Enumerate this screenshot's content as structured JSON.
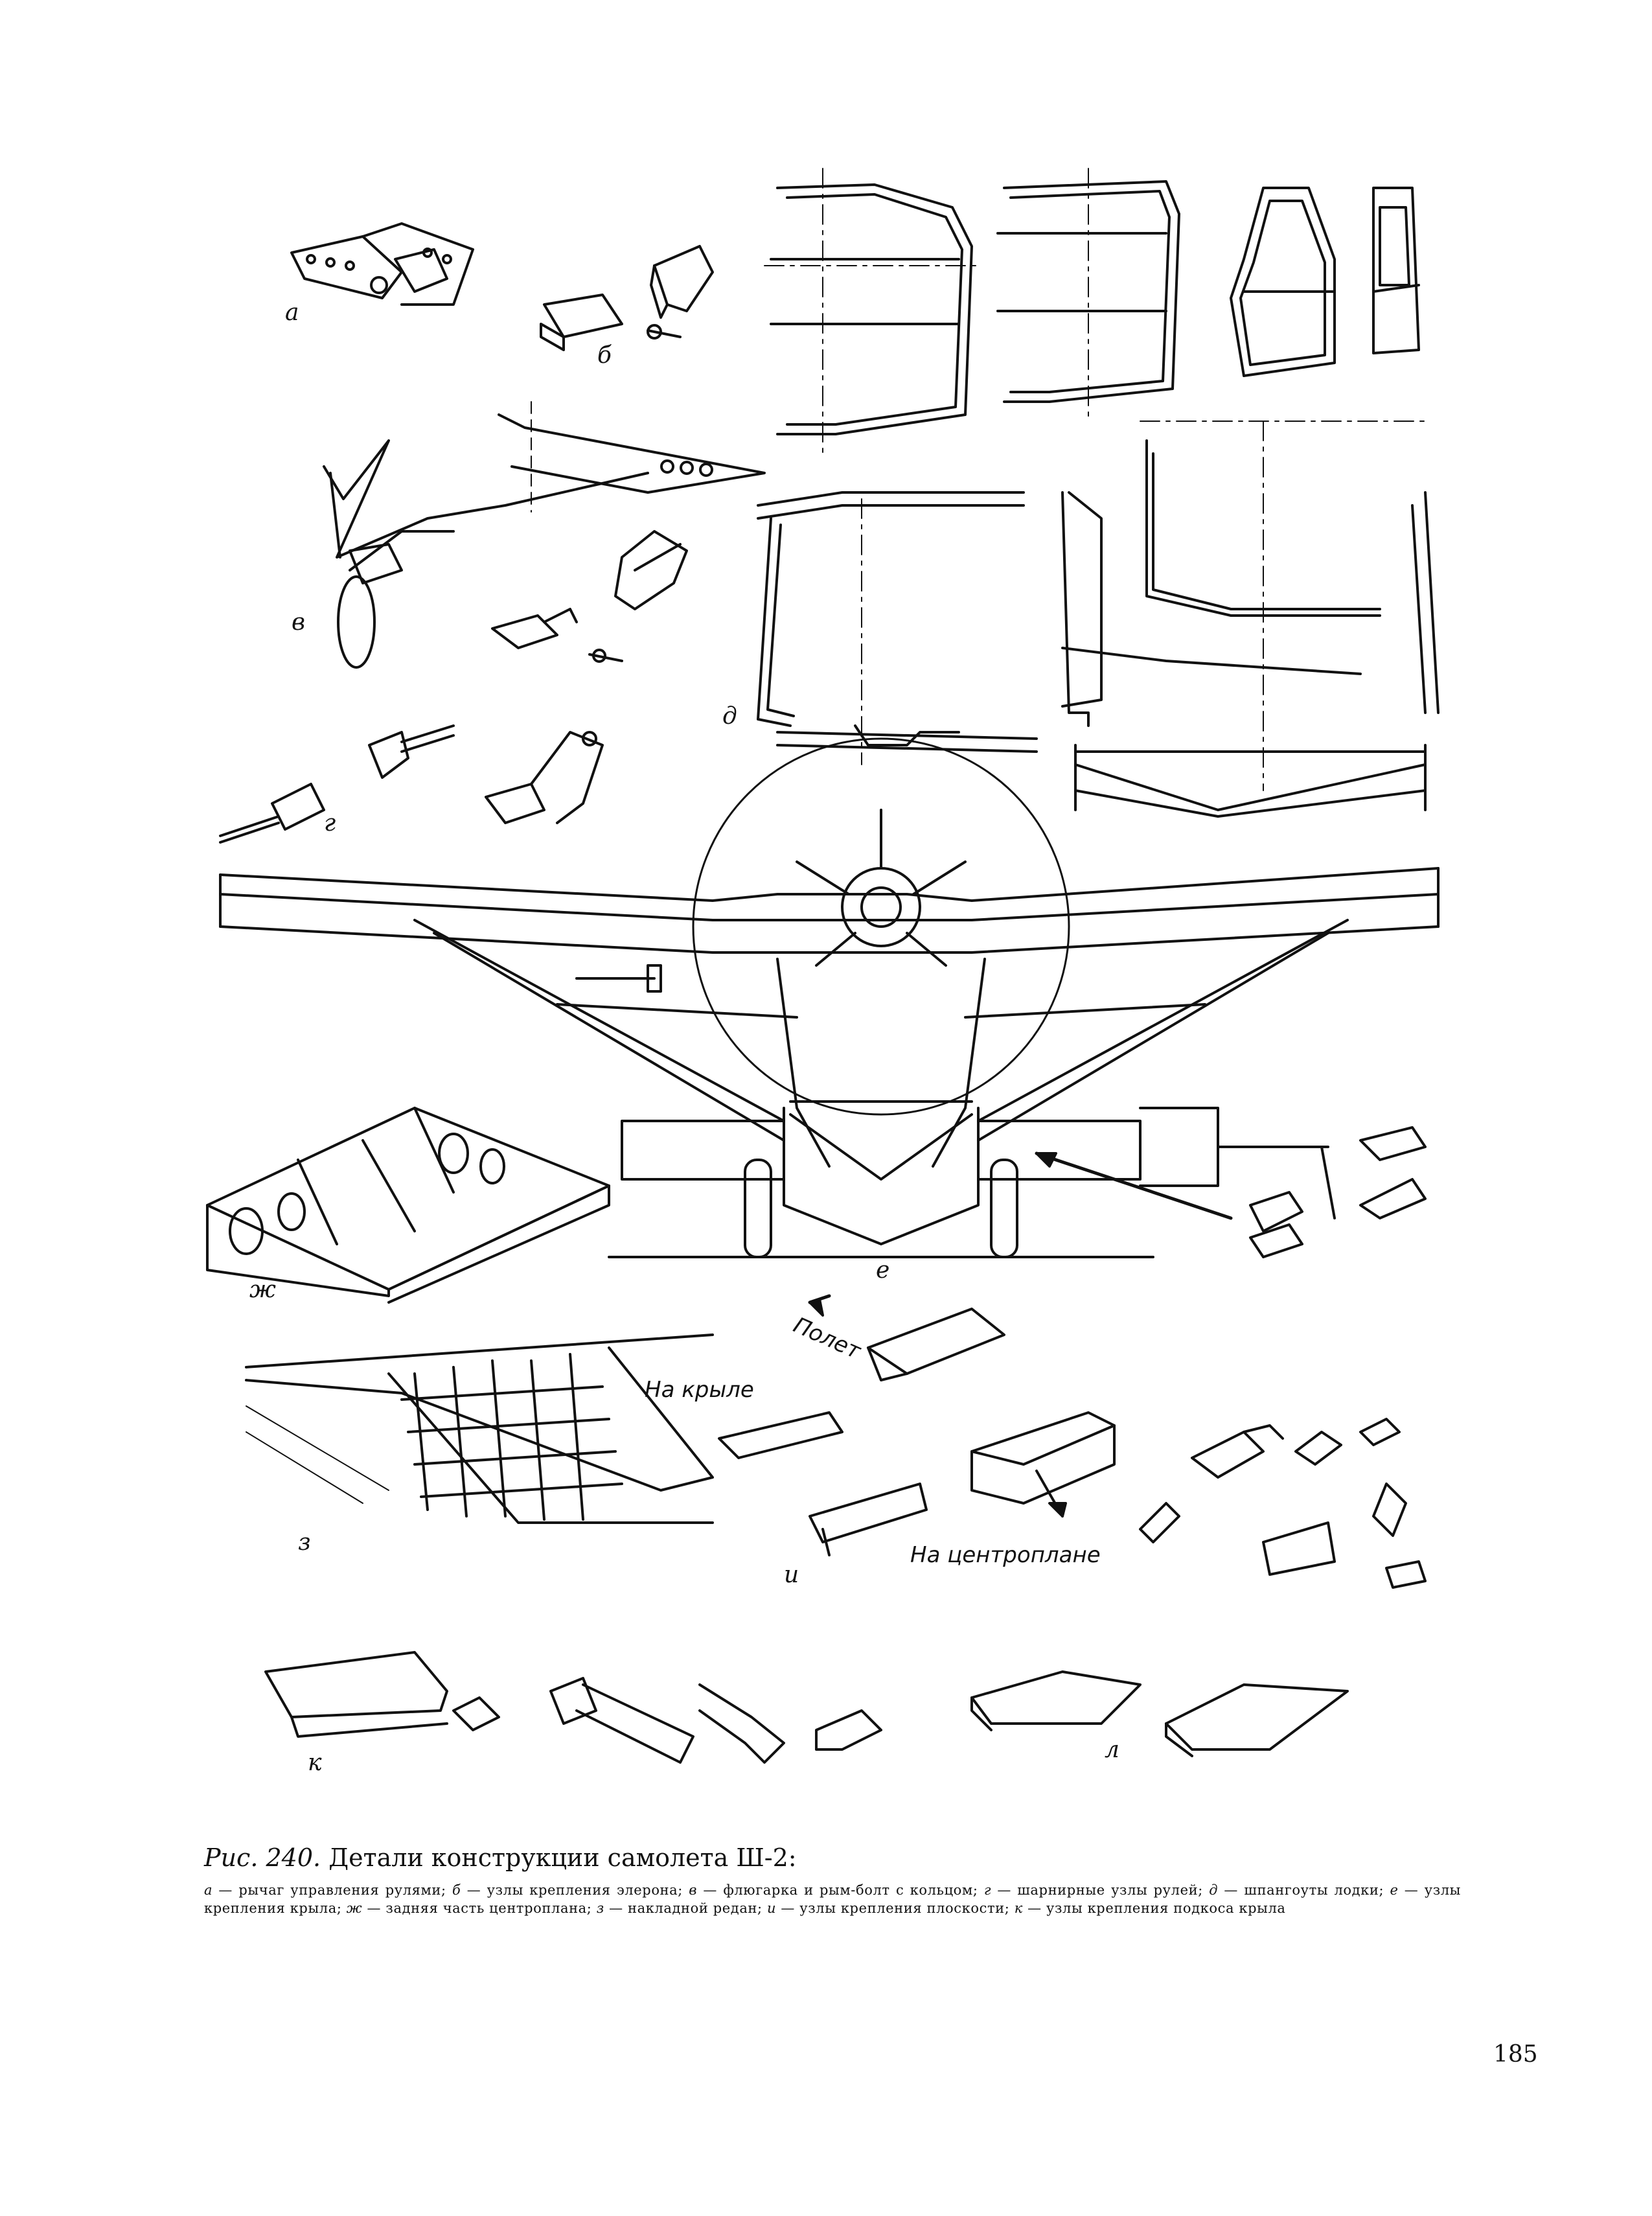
{
  "figure": {
    "labels": {
      "a": "а",
      "b": "б",
      "v": "в",
      "g": "г",
      "d": "д",
      "e": "е",
      "zh": "ж",
      "z": "з",
      "i": "и",
      "k": "к",
      "l": "л"
    },
    "callouts": {
      "flight": "Полет",
      "on_wing": "На крыле",
      "on_center_section": "На центроплане"
    }
  },
  "caption": {
    "figure_ref": "Рис. 240.",
    "title": "Детали конструкции самолета Ш-2:",
    "items": [
      {
        "key": "а",
        "text": "рычаг управления рулями;"
      },
      {
        "key": "б",
        "text": "узлы крепления элерона;"
      },
      {
        "key": "в",
        "text": "флюгарка и рым-болт с кольцом;"
      },
      {
        "key": "г",
        "text": "шарнирные узлы рулей;"
      },
      {
        "key": "д",
        "text": "шпангоуты лодки;"
      },
      {
        "key": "е",
        "text": "узлы крепления крыла;"
      },
      {
        "key": "ж",
        "text": "задняя часть центроплана;"
      },
      {
        "key": "з",
        "text": "накладной редан;"
      },
      {
        "key": "и",
        "text": "узлы крепления плоскости;"
      },
      {
        "key": "к",
        "text": "узлы крепления подкоса крыла"
      }
    ]
  },
  "page_number": "185"
}
